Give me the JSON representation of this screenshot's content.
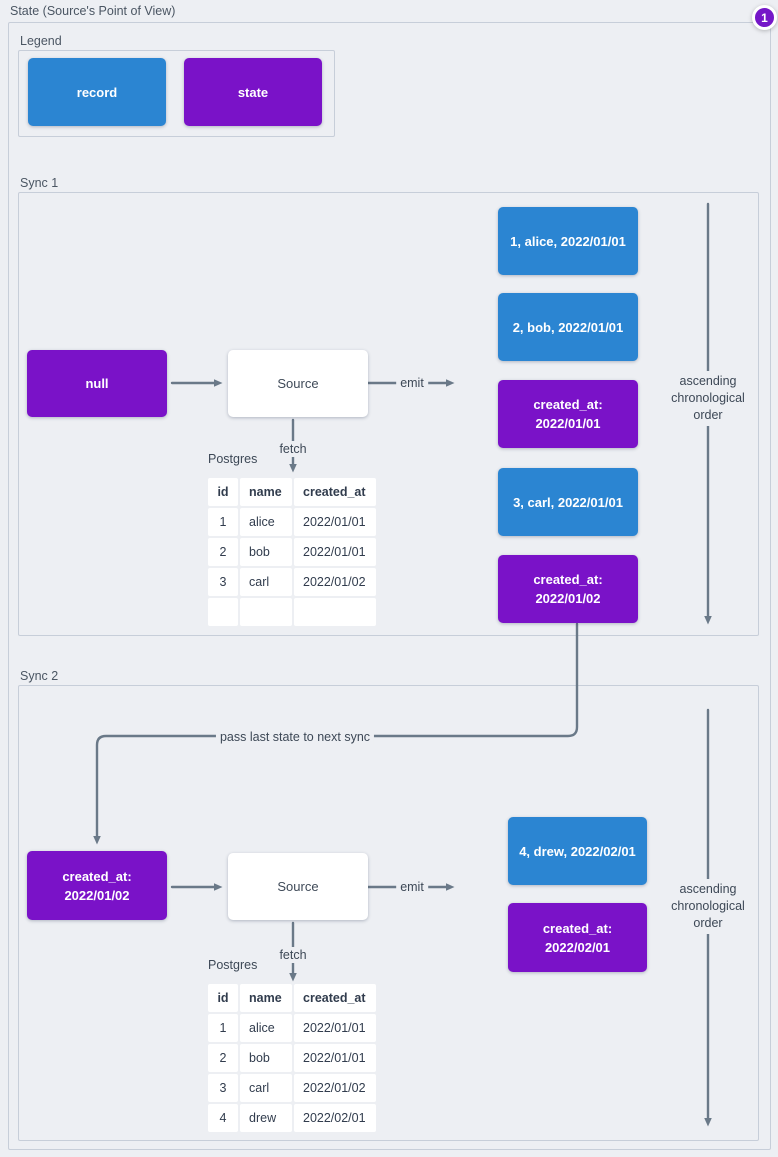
{
  "title": "State (Source's Point of View)",
  "badge": {
    "label": "1"
  },
  "legend": {
    "label": "Legend",
    "record_label": "record",
    "state_label": "state"
  },
  "colors": {
    "record_blue": "#2b85d2",
    "state_purple": "#7a12c8",
    "wire_gray": "#6a7988",
    "background": "#edeff3",
    "frame_border": "#c7ced9"
  },
  "connector": {
    "label": "pass last state to next sync"
  },
  "sync1": {
    "label": "Sync 1",
    "input_state": "null",
    "source": "Source",
    "emit": "emit",
    "fetch": "fetch",
    "database": "Postgres",
    "order": {
      "line1": "ascending",
      "line2": "chronological",
      "line3": "order"
    },
    "table": {
      "headers": {
        "id": "id",
        "name": "name",
        "created_at": "created_at"
      },
      "rows": [
        [
          "1",
          "alice",
          "2022/01/01"
        ],
        [
          "2",
          "bob",
          "2022/01/01"
        ],
        [
          "3",
          "carl",
          "2022/01/02"
        ],
        [
          "",
          "",
          ""
        ]
      ]
    },
    "emitted": [
      {
        "kind": "record",
        "line1": "1, alice, 2022/01/01"
      },
      {
        "kind": "record",
        "line1": "2, bob, 2022/01/01"
      },
      {
        "kind": "state",
        "line1": "created_at:",
        "line2": "2022/01/01"
      },
      {
        "kind": "record",
        "line1": "3, carl, 2022/01/01"
      },
      {
        "kind": "state",
        "line1": "created_at:",
        "line2": "2022/01/02"
      }
    ]
  },
  "sync2": {
    "label": "Sync 2",
    "input_state": {
      "line1": "created_at:",
      "line2": "2022/01/02"
    },
    "source": "Source",
    "emit": "emit",
    "fetch": "fetch",
    "database": "Postgres",
    "order": {
      "line1": "ascending",
      "line2": "chronological",
      "line3": "order"
    },
    "table": {
      "headers": {
        "id": "id",
        "name": "name",
        "created_at": "created_at"
      },
      "rows": [
        [
          "1",
          "alice",
          "2022/01/01"
        ],
        [
          "2",
          "bob",
          "2022/01/01"
        ],
        [
          "3",
          "carl",
          "2022/01/02"
        ],
        [
          "4",
          "drew",
          "2022/02/01"
        ]
      ]
    },
    "emitted": [
      {
        "kind": "record",
        "line1": "4, drew, 2022/02/01"
      },
      {
        "kind": "state",
        "line1": "created_at:",
        "line2": "2022/02/01"
      }
    ]
  }
}
